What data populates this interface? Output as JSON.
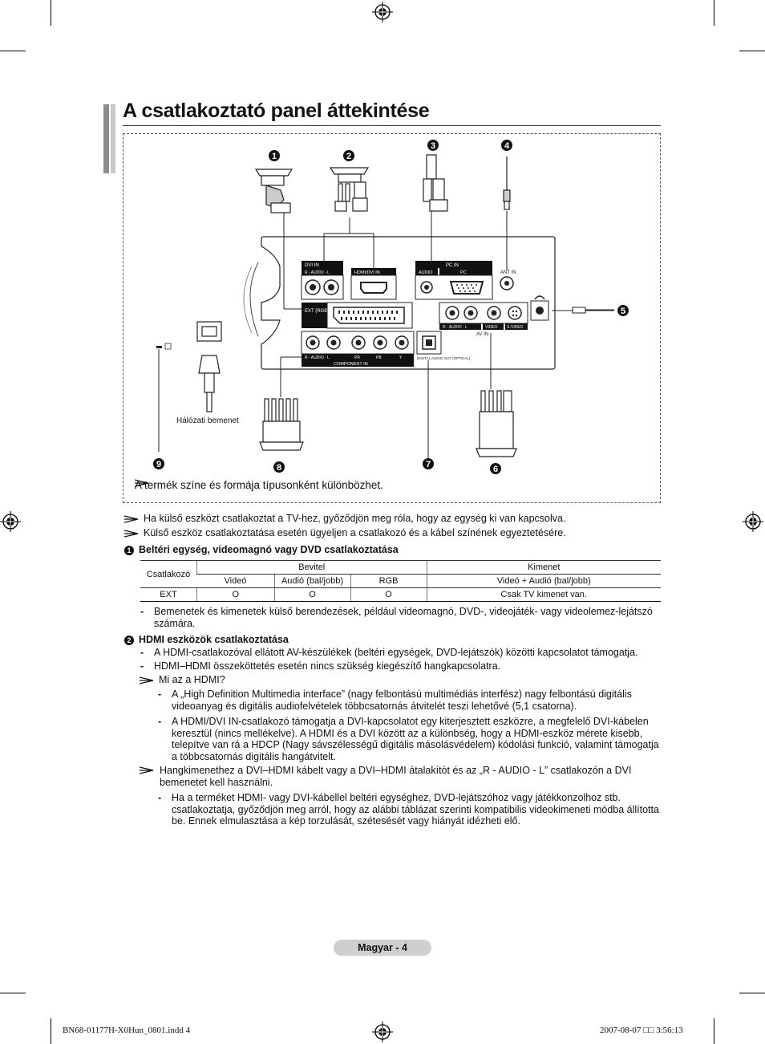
{
  "page": {
    "title": "A csatlakoztató panel áttekintése"
  },
  "diagram": {
    "badges": [
      "1",
      "2",
      "3",
      "4",
      "5",
      "6",
      "7",
      "8",
      "9"
    ],
    "ports": {
      "dvi_in": "DVI IN",
      "audio_rl": "R - AUDIO - L",
      "hdmi_dvi_in": "HDMI/DVI IN",
      "pc_in": "PC IN",
      "audio": "AUDIO",
      "pc": "PC",
      "ant_in": "ANT IN",
      "ext_rgb": "EXT (RGB)",
      "video": "VIDEO",
      "s_video": "S-VIDEO",
      "av_in": "AV IN",
      "digital_audio_out": "DIGITAL AUDIO OUT (OPTICAL)",
      "component_in": "COMPONENT IN",
      "pr": "PR",
      "pb": "PB",
      "y": "Y"
    },
    "power_label": "Hálózati bemenet",
    "note": "A termék színe és formája típusonként különbözhet."
  },
  "notes": [
    "Ha külső eszközt csatlakoztat a TV-hez, győződjön meg róla, hogy az egység ki van kapcsolva.",
    "Külső eszköz csatlakoztatása esetén ügyeljen a csatlakozó és a kábel színének egyeztetésére."
  ],
  "section1": {
    "number": "1",
    "heading": "Beltéri egység, videomagnó vagy DVD csatlakoztatása",
    "table": {
      "h_connector": "Csatlakozó",
      "h_input": "Bevitel",
      "h_output": "Kimenet",
      "sub_video": "Videó",
      "sub_audio": "Audió (bal/jobb)",
      "sub_rgb": "RGB",
      "sub_out": "Videó + Audió (bal/jobb)",
      "row_name": "EXT",
      "row_video": "O",
      "row_audio": "O",
      "row_rgb": "O",
      "row_out": "Csak TV kimenet van."
    },
    "bullet": "Bemenetek és kimenetek külső berendezések, például videomagnó, DVD-, videojáték- vagy videolemez-lejátszó számára."
  },
  "section2": {
    "number": "2",
    "heading": "HDMI eszközök csatlakoztatása",
    "bullet1": "A HDMI-csatlakozóval ellátott AV-készülékek (beltéri egységek, DVD-lejátszók) közötti kapcsolatot támogatja.",
    "bullet2": "HDMI–HDMI összeköttetés esetén nincs szükség kiegészítő hangkapcsolatra.",
    "q": "Mi az a HDMI?",
    "qa1": "A „High Definition Multimedia interface” (nagy felbontású multimédiás interfész) nagy felbontású digitális videoanyag és digitális audiofelvételek többcsatornás átvitelét teszi lehetővé (5,1 csatorna).",
    "qa2": "A HDMI/DVI IN-csatlakozó támogatja a DVI-kapcsolatot egy kiterjesztett eszközre, a megfelelő DVI-kábelen keresztül (nincs mellékelve). A HDMI és a DVI között az a különbség, hogy a HDMI-eszköz mérete kisebb, telepítve van rá a HDCP (Nagy sávszélességű digitális másolásvédelem) kódolási funkció, valamint támogatja a többcsatornás digitális hangátvitelt.",
    "audio_note": "Hangkimenethez a DVI–HDMI kábelt vagy a DVI–HDMI átalakítót és az „R - AUDIO - L” csatlakozón a DVI bemenetet kell használni.",
    "audio_bullet": "Ha a terméket HDMI- vagy DVI-kábellel beltéri egységhez, DVD-lejátszóhoz vagy játékkonzolhoz stb. csatlakoztatja, győződjön meg arról, hogy az alábbi táblázat szerinti kompatibilis videokimeneti módba állította be. Ennek elmulasztása a kép torzulását, szétesését vagy hiányát idézheti elő."
  },
  "footer": {
    "page_label": "Magyar - 4",
    "file": "BN68-01177H-X0Hun_0801.indd   4",
    "datetime": "2007-08-07   □□ 3:56:13"
  }
}
